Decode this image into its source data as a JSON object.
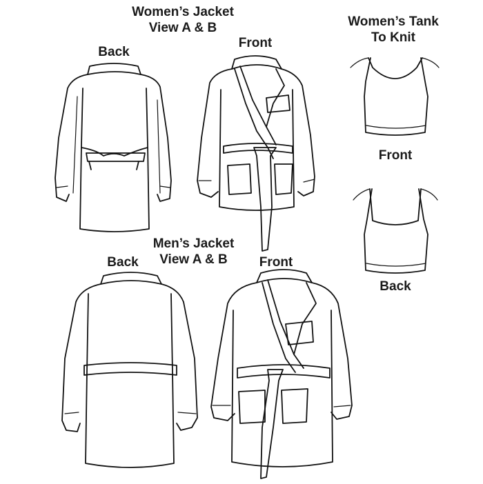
{
  "womens_jacket": {
    "title_line1": "Women’s Jacket",
    "title_line2": "View A & B",
    "back_label": "Back",
    "front_label": "Front"
  },
  "womens_tank": {
    "title_line1": "Women’s Tank",
    "title_line2": "To Knit",
    "front_label": "Front",
    "back_label": "Back"
  },
  "mens_jacket": {
    "title_line1": "Men’s Jacket",
    "title_line2": "View A & B",
    "back_label": "Back",
    "front_label": "Front"
  },
  "colors": {
    "ink": "#111111",
    "background": "#ffffff"
  }
}
